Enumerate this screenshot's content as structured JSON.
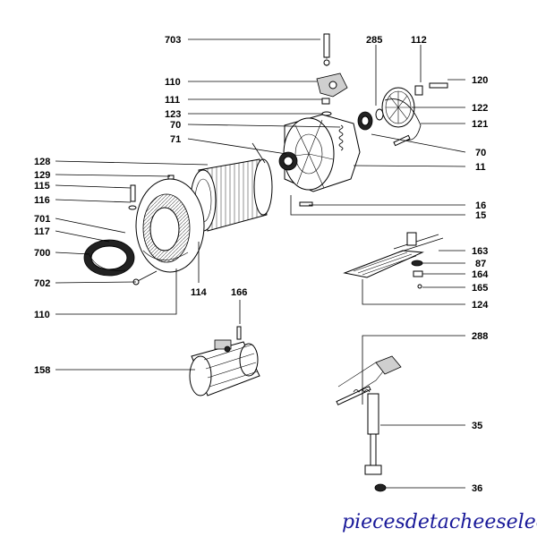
{
  "labels": {
    "l703": "703",
    "l285": "285",
    "l112": "112",
    "l120": "120",
    "l110a": "110",
    "l111": "111",
    "l123": "123",
    "l70a": "70",
    "l71": "71",
    "l122": "122",
    "l121": "121",
    "l70b": "70",
    "l11": "11",
    "l128": "128",
    "l129": "129",
    "l115": "115",
    "l116": "116",
    "l701": "701",
    "l117": "117",
    "l700": "700",
    "l702": "702",
    "l110b": "110",
    "l114": "114",
    "l16": "16",
    "l15": "15",
    "l163": "163",
    "l87": "87",
    "l164": "164",
    "l165": "165",
    "l124": "124",
    "l166": "166",
    "l158": "158",
    "l288": "288",
    "l35": "35",
    "l36": "36"
  },
  "watermark": "piecesdetacheeselec.com"
}
